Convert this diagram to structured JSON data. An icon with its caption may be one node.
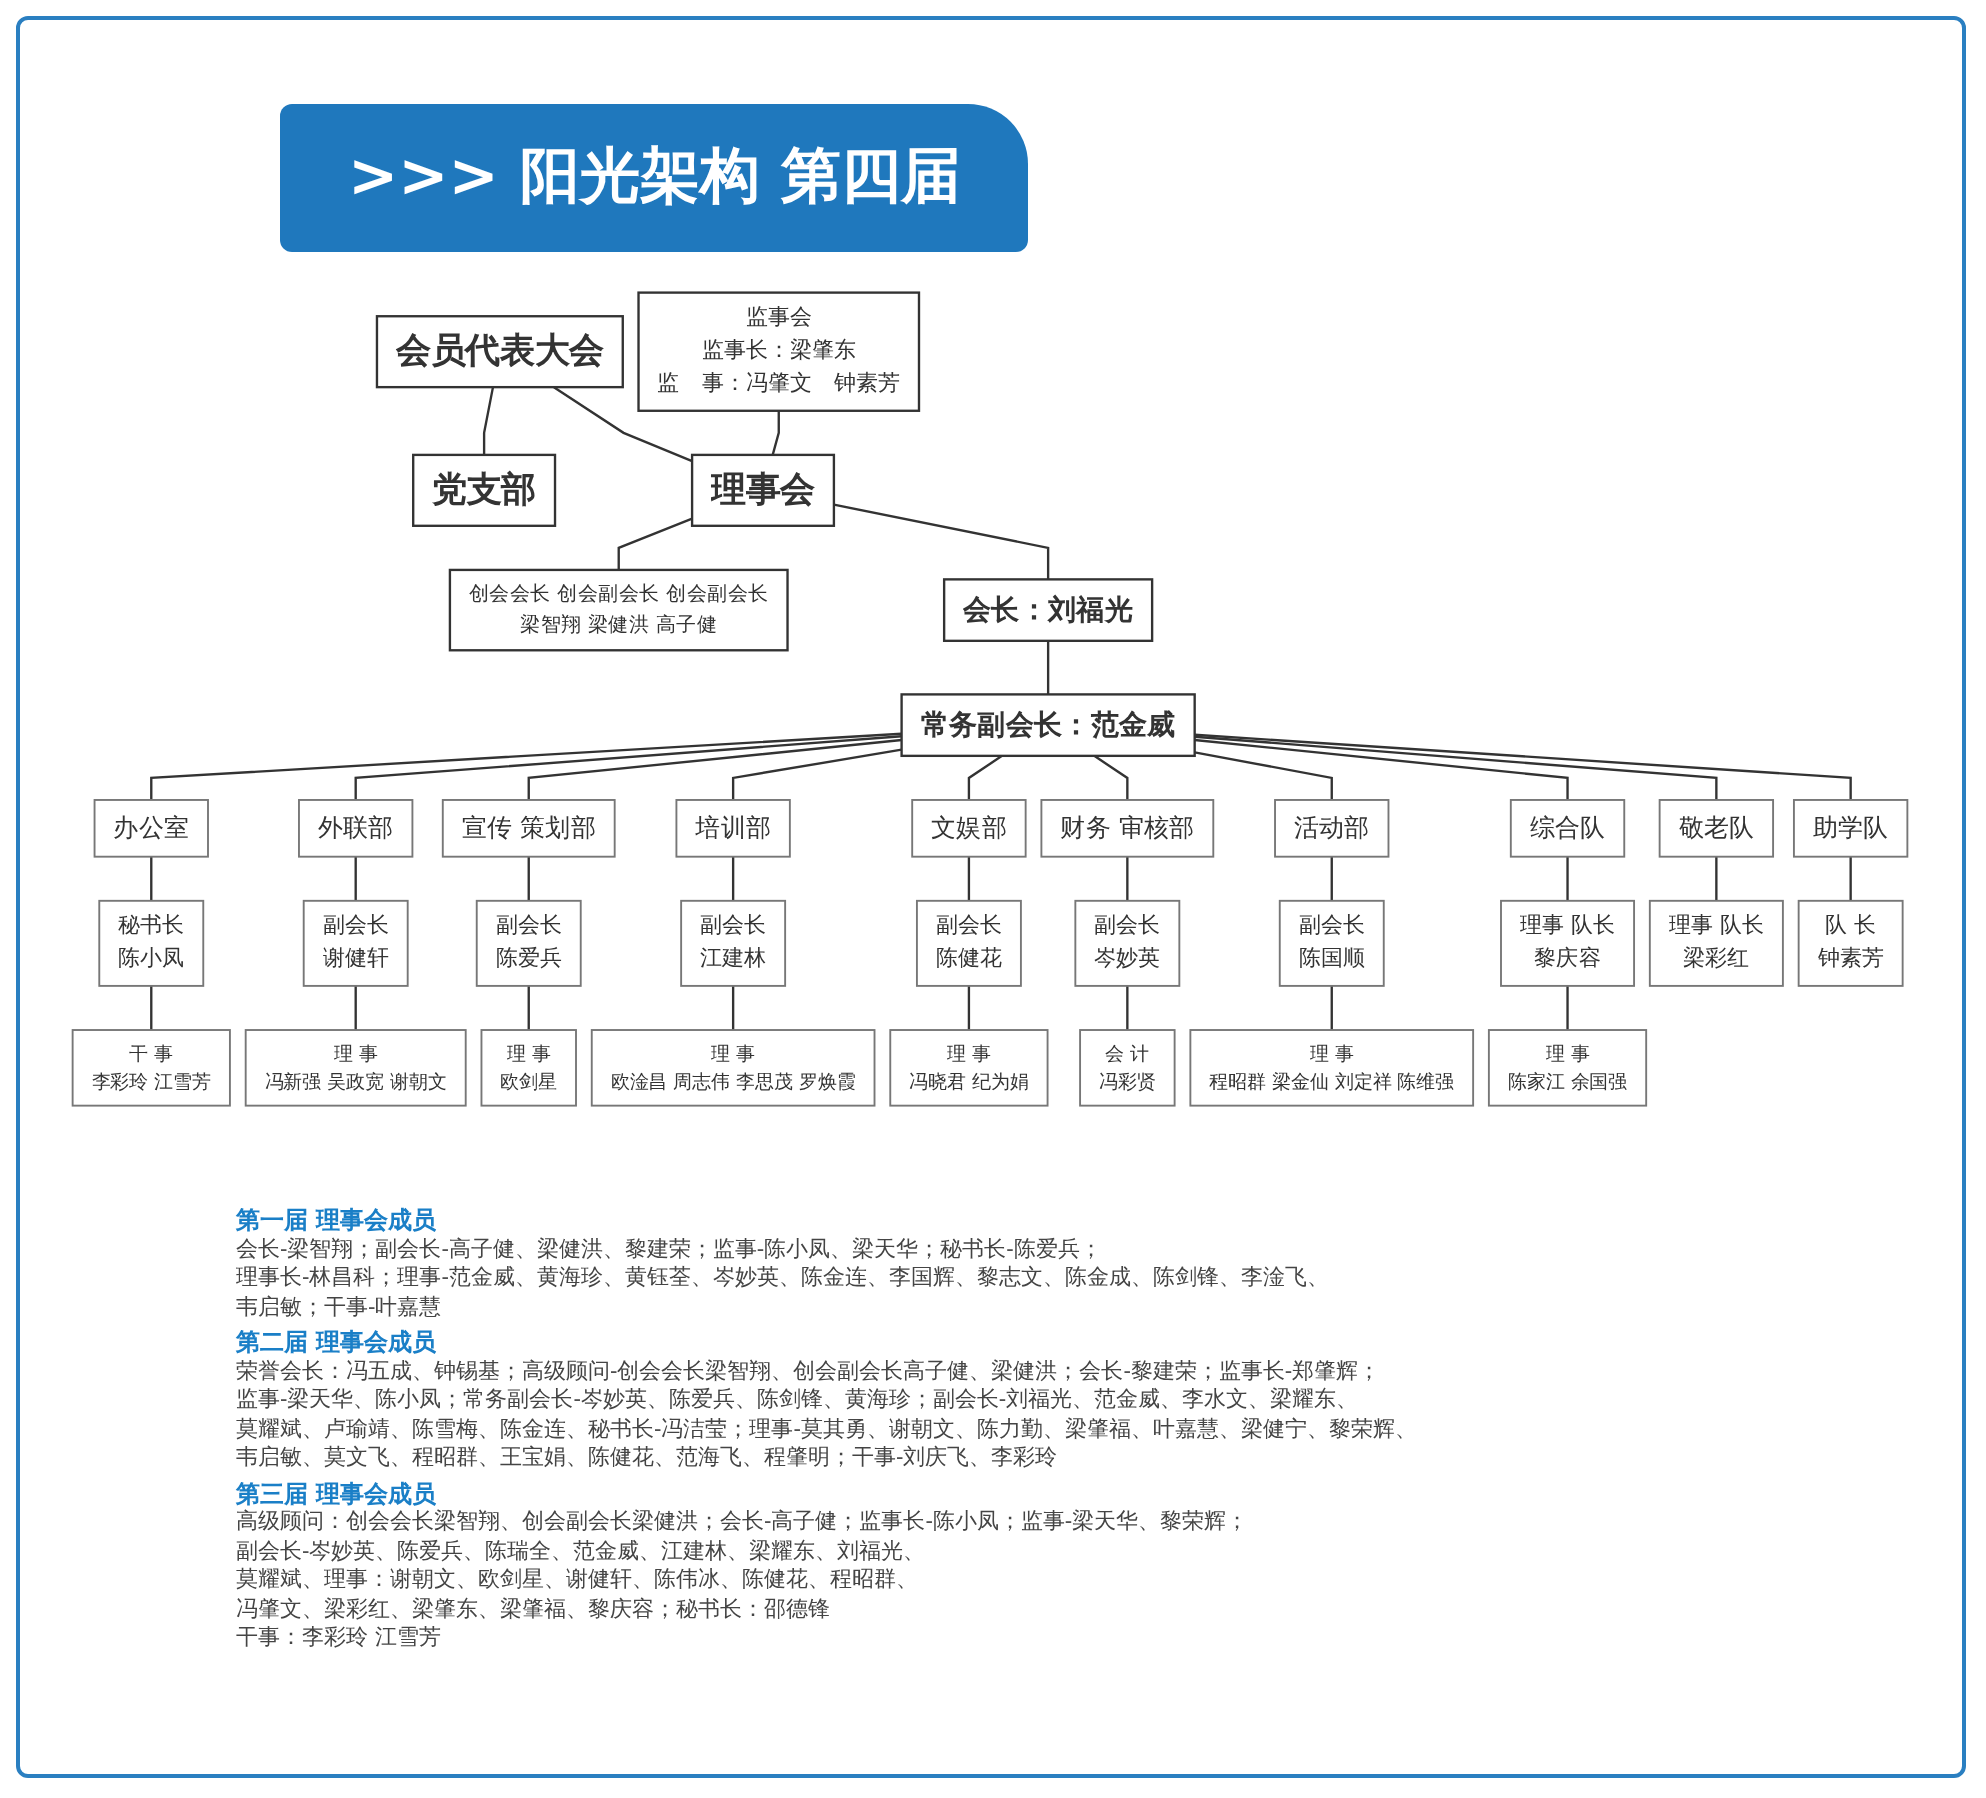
{
  "diagram": {
    "title": ">>> 阳光架构 第四届",
    "nodes": [
      {
        "text": [
          "会员代表大会"
        ]
      },
      {
        "text": [
          "党支部"
        ]
      },
      {
        "text": [
          "监事会",
          "监事长：梁肇东",
          "监　事：冯肇文　钟素芳"
        ]
      },
      {
        "text": [
          "理事会"
        ]
      },
      {
        "text": [
          "创会会长 创会副会长 创会副会长",
          "梁智翔 梁健洪 高子健"
        ]
      },
      {
        "text": [
          "会长：刘福光"
        ]
      },
      {
        "text": [
          "常务副会长：范金威"
        ]
      },
      {
        "text": [
          "办公室"
        ]
      },
      {
        "text": [
          "外联部"
        ]
      },
      {
        "text": [
          "宣传 策划部"
        ]
      },
      {
        "text": [
          "培训部"
        ]
      },
      {
        "text": [
          "文娱部"
        ]
      },
      {
        "text": [
          "财务 审核部"
        ]
      },
      {
        "text": [
          "活动部"
        ]
      },
      {
        "text": [
          "综合队"
        ]
      },
      {
        "text": [
          "敬老队"
        ]
      },
      {
        "text": [
          "助学队"
        ]
      },
      {
        "text": [
          "秘书长",
          "陈小凤"
        ]
      },
      {
        "text": [
          "副会长",
          "谢健轩"
        ]
      },
      {
        "text": [
          "副会长",
          "陈爱兵"
        ]
      },
      {
        "text": [
          "副会长",
          "江建林"
        ]
      },
      {
        "text": [
          "副会长",
          "陈健花"
        ]
      },
      {
        "text": [
          "副会长",
          "岑妙英"
        ]
      },
      {
        "text": [
          "副会长",
          "陈国顺"
        ]
      },
      {
        "text": [
          "理事 队长",
          "黎庆容"
        ]
      },
      {
        "text": [
          "理事 队长",
          "梁彩红"
        ]
      },
      {
        "text": [
          "队 长",
          "钟素芳"
        ]
      },
      {
        "text": [
          "干 事",
          "李彩玲 江雪芳"
        ]
      },
      {
        "text": [
          "理 事",
          "冯新强 吴政宽 谢朝文"
        ]
      },
      {
        "text": [
          "理 事",
          "欧剑星"
        ]
      },
      {
        "text": [
          "理 事",
          "欧淦昌 周志伟 李思茂 罗焕霞"
        ]
      },
      {
        "text": [
          "理 事",
          "冯晓君 纪为娟"
        ]
      },
      {
        "text": [
          "会 计",
          "冯彩贤"
        ]
      },
      {
        "text": [
          "理 事",
          "程昭群 梁金仙 刘定祥 陈维强"
        ]
      },
      {
        "text": [
          "理 事",
          "陈家江 余国强"
        ]
      }
    ],
    "edges": [
      {
        "from": 0,
        "to": 1,
        "arrow": "none"
      },
      {
        "from": 0,
        "to": 3,
        "arrow": "none"
      },
      {
        "from": 2,
        "to": 3,
        "arrow": "none"
      },
      {
        "from": 3,
        "to": 4,
        "arrow": "none"
      },
      {
        "from": 3,
        "to": 5,
        "arrow": "none"
      },
      {
        "from": 5,
        "to": 6,
        "arrow": "none"
      },
      {
        "from": 6,
        "to": 7,
        "arrow": "none"
      },
      {
        "from": 6,
        "to": 8,
        "arrow": "none"
      },
      {
        "from": 6,
        "to": 9,
        "arrow": "none"
      },
      {
        "from": 6,
        "to": 10,
        "arrow": "none"
      },
      {
        "from": 6,
        "to": 11,
        "arrow": "none"
      },
      {
        "from": 6,
        "to": 12,
        "arrow": "none"
      },
      {
        "from": 6,
        "to": 13,
        "arrow": "none"
      },
      {
        "from": 6,
        "to": 14,
        "arrow": "none"
      },
      {
        "from": 6,
        "to": 15,
        "arrow": "none"
      },
      {
        "from": 6,
        "to": 16,
        "arrow": "none"
      },
      {
        "from": 7,
        "to": 17,
        "arrow": "none"
      },
      {
        "from": 8,
        "to": 18,
        "arrow": "none"
      },
      {
        "from": 9,
        "to": 19,
        "arrow": "none"
      },
      {
        "from": 10,
        "to": 20,
        "arrow": "none"
      },
      {
        "from": 11,
        "to": 21,
        "arrow": "none"
      },
      {
        "from": 12,
        "to": 22,
        "arrow": "none"
      },
      {
        "from": 13,
        "to": 23,
        "arrow": "none"
      },
      {
        "from": 14,
        "to": 24,
        "arrow": "none"
      },
      {
        "from": 15,
        "to": 25,
        "arrow": "none"
      },
      {
        "from": 16,
        "to": 26,
        "arrow": "none"
      },
      {
        "from": 17,
        "to": 27,
        "arrow": "none"
      },
      {
        "from": 18,
        "to": 28,
        "arrow": "none"
      },
      {
        "from": 19,
        "to": 29,
        "arrow": "none"
      },
      {
        "from": 20,
        "to": 30,
        "arrow": "none"
      },
      {
        "from": 21,
        "to": 31,
        "arrow": "none"
      },
      {
        "from": 22,
        "to": 32,
        "arrow": "none"
      },
      {
        "from": 23,
        "to": 33,
        "arrow": "none"
      },
      {
        "from": 24,
        "to": 34,
        "arrow": "none"
      }
    ],
    "labels": [
      "第一届 理事会成员",
      "会长-梁智翔；副会长-高子健、梁健洪、黎建荣；监事-陈小凤、梁天华；秘书长-陈爱兵；",
      "理事长-林昌科；理事-范金威、黄海珍、黄钰荃、岑妙英、陈金连、李国辉、黎志文、陈金成、陈剑锋、李淦飞、",
      "韦启敏；干事-叶嘉慧",
      "第二届 理事会成员",
      "荣誉会长：冯五成、钟锡基；高级顾问-创会会长梁智翔、创会副会长高子健、梁健洪；会长-黎建荣；监事长-郑肇辉；",
      "监事-梁天华、陈小凤；常务副会长-岑妙英、陈爱兵、陈剑锋、黄海珍；副会长-刘福光、范金威、李水文、梁耀东、",
      "莫耀斌、卢瑜靖、陈雪梅、陈金连、秘书长-冯洁莹；理事-莫其勇、谢朝文、陈力勤、梁肇福、叶嘉慧、梁健宁、黎荣辉、",
      "韦启敏、莫文飞、程昭群、王宝娟、陈健花、范海飞、程肇明；干事-刘庆飞、李彩玲",
      "第三届 理事会成员",
      "高级顾问：创会会长梁智翔、创会副会长梁健洪；会长-高子健；监事长-陈小凤；监事-梁天华、黎荣辉；",
      "副会长-岑妙英、陈爱兵、陈瑞全、范金威、江建林、梁耀东、刘福光、",
      "莫耀斌、理事：谢朝文、欧剑星、谢健轩、陈伟冰、陈健花、程昭群、",
      "冯肇文、梁彩红、梁肇东、梁肇福、黎庆容；秘书长：邵德锋",
      "干事：李彩玲 江雪芳"
    ]
  }
}
